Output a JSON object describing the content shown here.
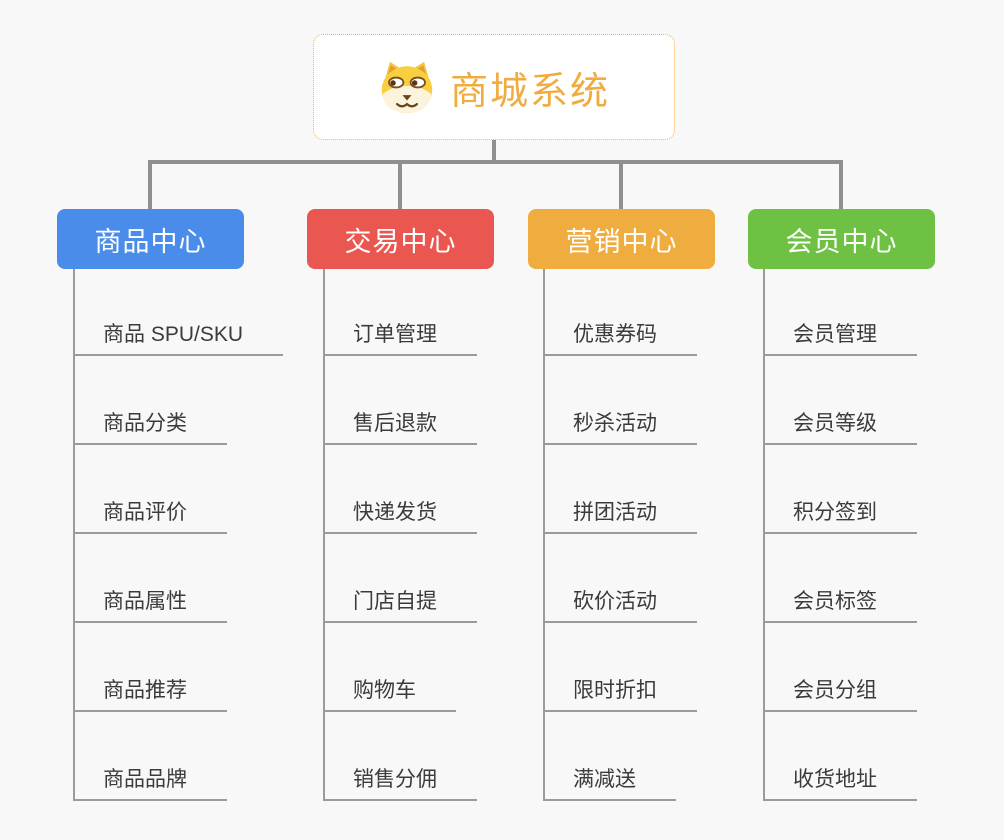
{
  "root": {
    "title": "商城系统",
    "icon": "shiba-dog-icon"
  },
  "colors": {
    "background": "#f8f8f8",
    "root_border": "#f0b052",
    "root_title": "#f0ab41",
    "connector": "#8f8f8f",
    "leaf_line": "#9b9b9b",
    "leaf_text": "#3b3b3b",
    "branch_product": "#4a8ce9",
    "branch_trade": "#ea5751",
    "branch_marketing": "#efad40",
    "branch_member": "#6ec142"
  },
  "branches": [
    {
      "label": "商品中心",
      "color": "#4a8ce9",
      "items": [
        "商品 SPU/SKU",
        "商品分类",
        "商品评价",
        "商品属性",
        "商品推荐",
        "商品品牌"
      ]
    },
    {
      "label": "交易中心",
      "color": "#ea5751",
      "items": [
        "订单管理",
        "售后退款",
        "快递发货",
        "门店自提",
        "购物车",
        "销售分佣"
      ]
    },
    {
      "label": "营销中心",
      "color": "#efad40",
      "items": [
        "优惠券码",
        "秒杀活动",
        "拼团活动",
        "砍价活动",
        "限时折扣",
        "满减送"
      ]
    },
    {
      "label": "会员中心",
      "color": "#6ec142",
      "items": [
        "会员管理",
        "会员等级",
        "积分签到",
        "会员标签",
        "会员分组",
        "收货地址"
      ]
    }
  ]
}
